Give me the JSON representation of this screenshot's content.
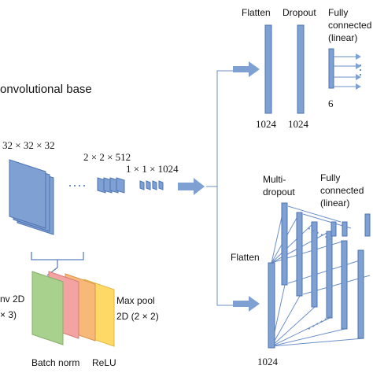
{
  "labels": {
    "conv_base": "onvolutional base",
    "input_dims": "32 × 32 × 32",
    "dims_2": "2 × 2 × 512",
    "dims_1": "1 × 1 × 1024",
    "conv2d_a": "nv 2D",
    "conv2d_b": "× 3)",
    "batch_norm": "Batch norm",
    "relu": "ReLU",
    "maxpool_a": "Max pool",
    "maxpool_b": "2D (2 × 2)"
  },
  "top_head": {
    "flatten": "Flatten",
    "dropout": "Dropout",
    "fc_a": "Fully",
    "fc_b": "connected",
    "fc_c": "(linear)",
    "flatten_size": "1024",
    "dropout_size": "1024",
    "output_size": "6"
  },
  "bottom_head": {
    "multi_a": "Multi-",
    "multi_b": "dropout",
    "fc_a": "Fully",
    "fc_b": "connected",
    "fc_c": "(linear)",
    "flatten": "Flatten",
    "flatten_size": "1024"
  },
  "colors": {
    "blue": "#7fa0d2",
    "green": "#a9d18e",
    "red": "#f4a3a3",
    "orange": "#f8b878",
    "yellow": "#ffd966"
  }
}
